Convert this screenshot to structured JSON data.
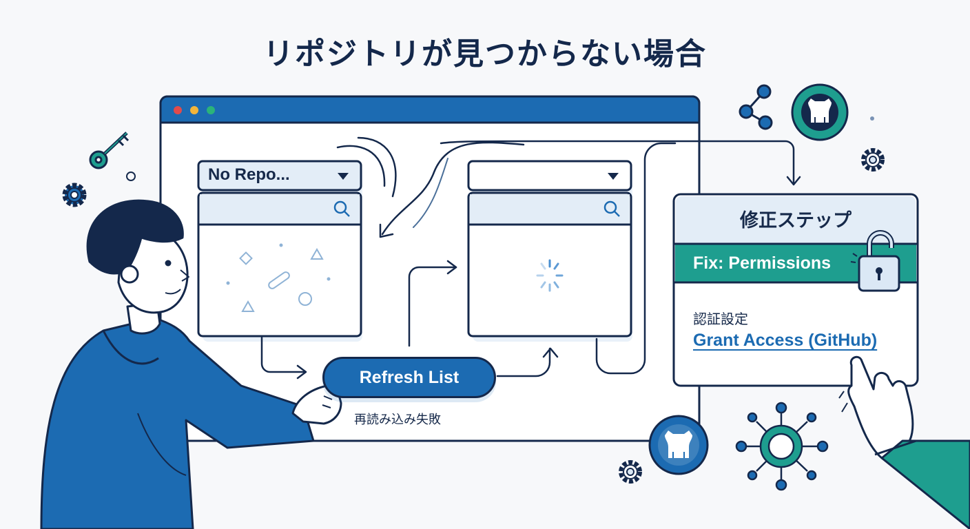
{
  "title": "リポジトリが見つからない場合",
  "left_dropdown": {
    "selected": "No Repo..."
  },
  "refresh": {
    "button_label": "Refresh List",
    "status_note": "再読み込み失敗"
  },
  "fix_panel": {
    "header": "修正ステップ",
    "fix_label": "Fix: Permissions",
    "auth_label": "認証設定",
    "grant_link": "Grant Access (GitHub)"
  },
  "colors": {
    "navy": "#14284b",
    "blue": "#1c6bb2",
    "teal": "#1e9e8f",
    "light_blue": "#dbe8f5"
  },
  "icons": [
    "key-icon",
    "gear-icon",
    "share-icon",
    "github-icon",
    "search-icon",
    "dropdown-arrow-icon",
    "spinner-icon",
    "padlock-open-icon",
    "network-hub-icon"
  ]
}
